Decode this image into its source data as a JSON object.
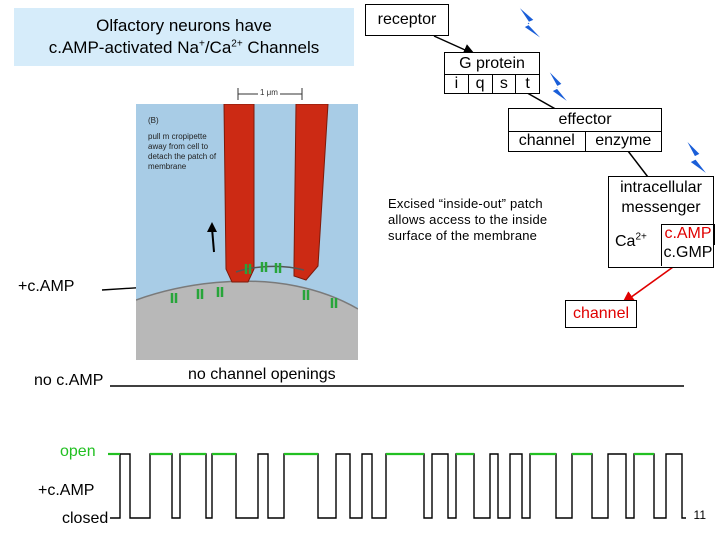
{
  "title": {
    "line1": "Olfactory neurons have",
    "line2_prefix": "c.AMP-activated Na",
    "line2_sup1": "+",
    "line2_mid": "/Ca",
    "line2_sup2": "2+",
    "line2_suffix": " Channels"
  },
  "cascade": {
    "receptor": "receptor",
    "gprotein_label": "G protein",
    "gprotein_subunits": [
      "i",
      "q",
      "s",
      "t"
    ],
    "effector": "effector",
    "effector_channel": "channel",
    "effector_enzyme": "enzyme",
    "messenger_line1": "intracellular",
    "messenger_line2": "messenger",
    "ca": "Ca",
    "ca_sup": "2+",
    "camp": "c.AMP",
    "cgmp": "c.GMP",
    "target_channel": "channel"
  },
  "photo": {
    "panel_letter": "(B)",
    "scale": "1 μm",
    "instruction": "pull m cropipette away from cell to detach the patch of membrane"
  },
  "excised_note": "Excised “inside-out” patch allows access to the inside surface of the membrane",
  "labels": {
    "plus_camp_top": "+c.AMP",
    "no_camp": "no c.AMP",
    "no_openings": "no channel openings",
    "open": "open",
    "plus_camp_trace": "+c.AMP",
    "closed": "closed"
  },
  "colors": {
    "title_bg": "#d6ecfa",
    "camp_red": "#e00000",
    "trace_green": "#22c022",
    "lightning_blue": "#1a5ed8",
    "electrode_red": "#cc2a14"
  },
  "page_number": "11"
}
